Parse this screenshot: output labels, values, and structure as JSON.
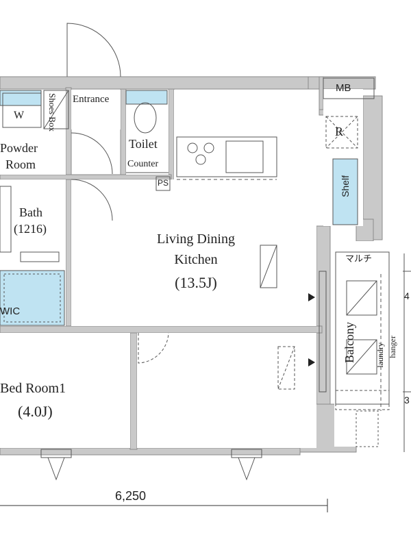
{
  "rooms": {
    "entrance": "Entrance",
    "shoes_box": "Shoes Box",
    "wardrobe_mark": "W",
    "powder_room_line1": "Powder",
    "powder_room_line2": "Room",
    "toilet": "Toilet",
    "counter": "Counter",
    "ps": "PS",
    "mb": "MB",
    "refrigerator": "R",
    "shelf": "Shelf",
    "bath": "Bath",
    "bath_size": "(1216)",
    "ldk_line1": "Living Dining",
    "ldk_line2": "Kitchen",
    "ldk_size": "(13.5J)",
    "wic": "WIC",
    "multi": "マルチ",
    "balcony": "Balcony",
    "laundry_line1": "laundry",
    "laundry_line2": "hanger",
    "bedroom_name": "Bed Room1",
    "bedroom_size": "(4.0J)"
  },
  "dimension": {
    "width_label": "6,250"
  },
  "partial_marks": {
    "right_top": "4",
    "right_bottom": "3"
  },
  "colors": {
    "wall_fill": "#c9c9c9",
    "wall_stroke": "#8a8a8a",
    "fixture_blue": "#bfe3f2",
    "line": "#555555",
    "text": "#222222"
  }
}
